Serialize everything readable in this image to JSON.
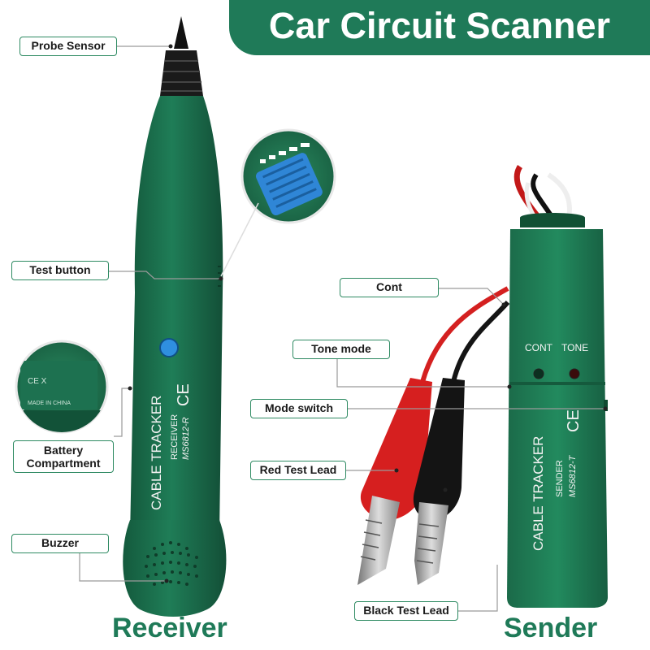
{
  "banner": {
    "title": "Car Circuit Scanner"
  },
  "callouts": {
    "probe_sensor": "Probe Sensor",
    "test_button": "Test button",
    "battery_compartment_line1": "Battery",
    "battery_compartment_line2": "Compartment",
    "buzzer": "Buzzer",
    "cont": "Cont",
    "tone_mode": "Tone mode",
    "mode_switch": "Mode switch",
    "red_test_lead": "Red Test Lead",
    "black_test_lead": "Black Test Lead"
  },
  "receiver": {
    "brand": "CABLE TRACKER",
    "model_line1": "RECEIVER",
    "model_line2": "MS6812-R",
    "ce_mark": "CE",
    "battery_label_line1": "CE  X",
    "battery_label_line2": "MADE IN CHINA"
  },
  "sender": {
    "brand": "CABLE TRACKER",
    "model_line1": "SENDER",
    "model_line2": "MS6812-T",
    "ce_mark": "CE",
    "led_cont": "CONT",
    "led_tone": "TONE"
  },
  "footer": {
    "receiver": "Receiver",
    "sender": "Sender"
  },
  "colors": {
    "brand_green": "#1f7a58",
    "device_green": "#1a6e4c",
    "red_lead": "#d42020",
    "black_lead": "#151515"
  }
}
